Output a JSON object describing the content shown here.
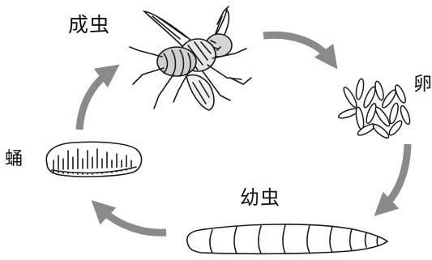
{
  "labels": {
    "adult": "成虫",
    "egg": "卵",
    "larva": "幼虫",
    "pupa": "蛹"
  },
  "colors": {
    "ink": "#1a1a1a",
    "arrow": "#8a8a8a"
  }
}
